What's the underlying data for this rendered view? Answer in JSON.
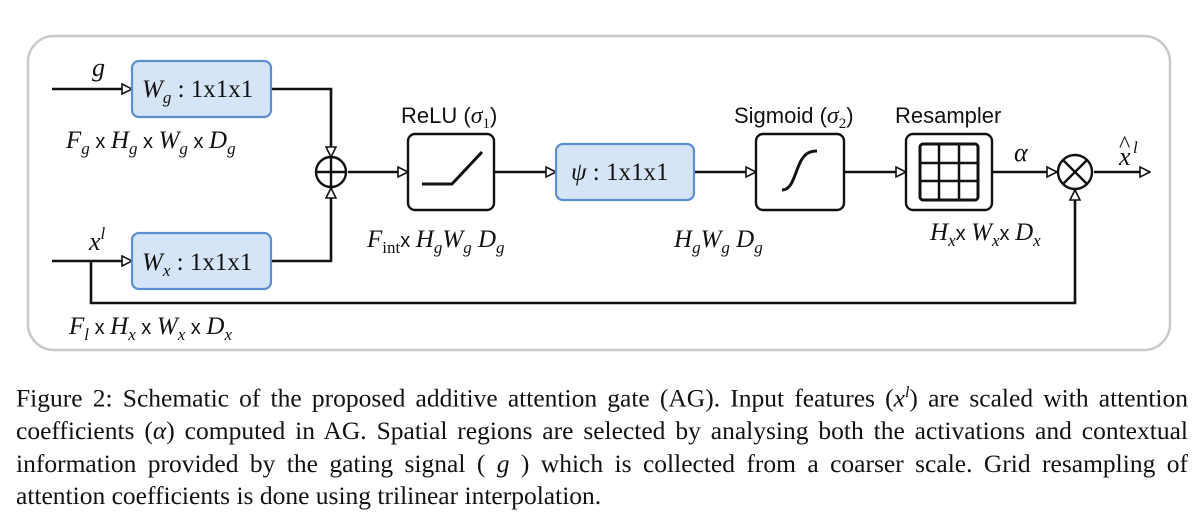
{
  "colors": {
    "frame": "#c8c8c8",
    "conv_fill": "#d6e4f7",
    "conv_stroke": "#5b8fd0",
    "line": "#111111"
  },
  "inputs": {
    "gating": {
      "symbol": "g",
      "shape": [
        "F",
        "g",
        " x ",
        "H",
        "g",
        " x ",
        "W",
        "g",
        " x ",
        "D",
        "g"
      ]
    },
    "features": {
      "symbol": "x",
      "symbol_sup": "l",
      "shape": [
        "F",
        "l",
        " x ",
        "H",
        "x",
        " x ",
        "W",
        "x",
        " x ",
        "D",
        "x"
      ]
    }
  },
  "blocks": {
    "wg": {
      "label": "W",
      "label_sub": "g",
      "label_rest": " : 1x1x1"
    },
    "wx": {
      "label": "W",
      "label_sub": "x",
      "label_rest": " : 1x1x1"
    },
    "relu": {
      "title": "ReLU (",
      "title_sym": "σ",
      "title_sub": "1",
      "title_end": ")",
      "shape": [
        "F",
        "int",
        "x ",
        "H",
        "g",
        "W",
        "g",
        " D",
        "g"
      ]
    },
    "psi": {
      "label": "ψ",
      "label_rest": " : 1x1x1"
    },
    "sigmoid": {
      "title": "Sigmoid (",
      "title_sym": "σ",
      "title_sub": "2",
      "title_end": ")",
      "shape": [
        "H",
        "g",
        "W",
        "g",
        " D",
        "g"
      ]
    },
    "resampler": {
      "title": "Resampler",
      "shape": [
        "H",
        "x",
        "x ",
        "W",
        "x",
        "x ",
        "D",
        "x"
      ]
    }
  },
  "signals": {
    "alpha": "α",
    "output": "x",
    "output_hat": "^",
    "output_sup": "l"
  },
  "caption": "Figure 2: Schematic of the proposed additive attention gate (AG). Input features (x^l) are scaled with attention coefficients (α) computed in AG. Spatial regions are selected by analysing both the activations and contextual information provided by the gating signal ( g ) which is collected from a coarser scale. Grid resampling of attention coefficients is done using trilinear interpolation.",
  "caption_parts": {
    "p1": "Figure 2: Schematic of the proposed additive attention gate (AG). Input features (",
    "x": "x",
    "sup": "l",
    "p2": ") are scaled with attention coefficients (",
    "alpha": "α",
    "p3": ") computed in AG. Spatial regions are selected by analysing both the activations and contextual information provided by the gating signal ( ",
    "g": "g",
    "p4": " ) which is collected from a coarser scale. Grid resampling of attention coefficients is done using trilinear interpolation."
  }
}
